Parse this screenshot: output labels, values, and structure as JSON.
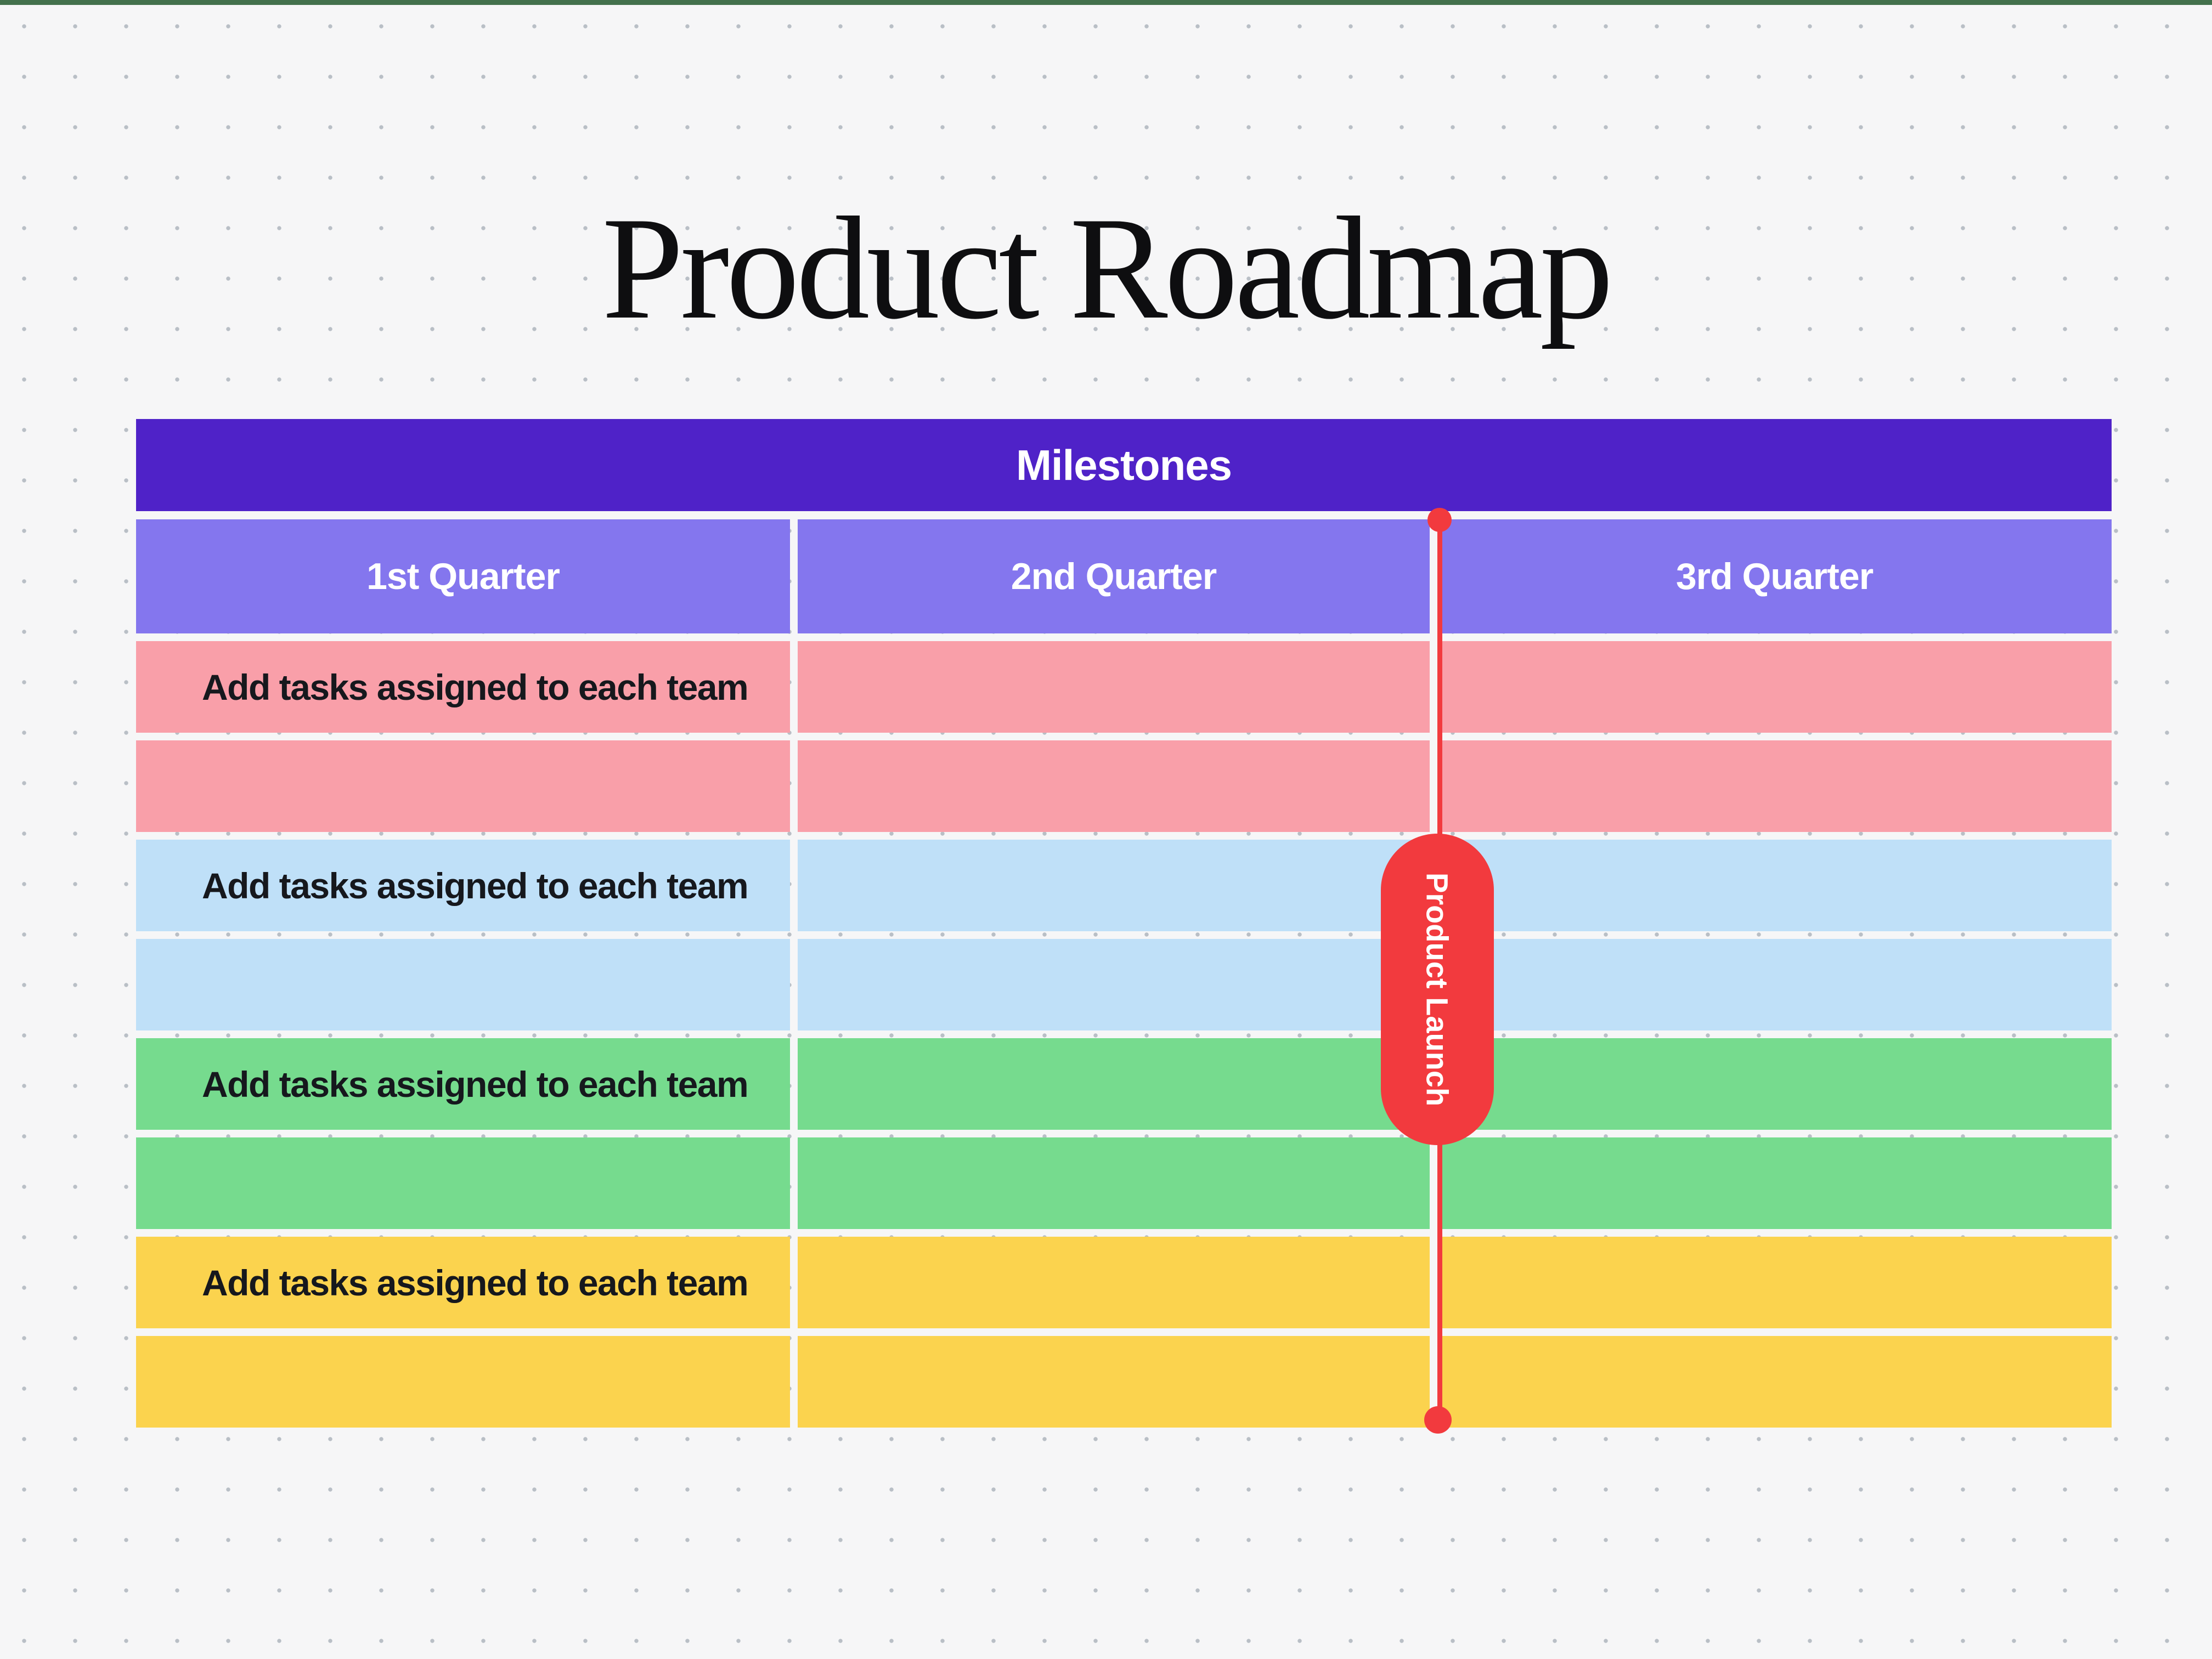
{
  "title": "Product Roadmap",
  "table": {
    "header": "Milestones",
    "columns": [
      "1st Quarter",
      "2nd Quarter",
      "3rd Quarter"
    ],
    "groups": [
      {
        "name": "pink",
        "color": "#f99fa9",
        "rows": [
          [
            "Add tasks assigned to each team",
            "",
            ""
          ],
          [
            "",
            "",
            ""
          ]
        ]
      },
      {
        "name": "blue",
        "color": "#bfe0f8",
        "rows": [
          [
            "Add tasks assigned to each team",
            "",
            ""
          ],
          [
            "",
            "",
            ""
          ]
        ]
      },
      {
        "name": "green",
        "color": "#76db8e",
        "rows": [
          [
            "Add tasks assigned to each team",
            "",
            ""
          ],
          [
            "",
            "",
            ""
          ]
        ]
      },
      {
        "name": "yellow",
        "color": "#fbd34e",
        "rows": [
          [
            "Add tasks assigned to each team",
            "",
            ""
          ],
          [
            "",
            "",
            ""
          ]
        ]
      }
    ]
  },
  "timeline": {
    "label": "Product Launch",
    "color": "#f23a3e"
  },
  "colors": {
    "top_bar": "#44714d",
    "background": "#f6f6f7",
    "dot_grid": "#b9bfc6",
    "milestones_header": "#4f22c8",
    "quarter_header": "#8476ee",
    "header_text": "#ffffff",
    "cell_text": "#16181d"
  }
}
